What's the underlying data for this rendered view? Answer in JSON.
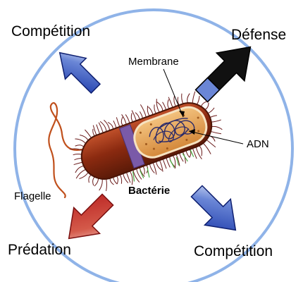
{
  "labels": {
    "competition_top_left": "Compétition",
    "defense": "Défense",
    "membrane": "Membrane",
    "adn": "ADN",
    "flagelle": "Flagelle",
    "bacterie": "Bactérie",
    "predation": "Prédation",
    "competition_bottom_right": "Compétition"
  },
  "colors": {
    "circle": "#8fb3e8",
    "competition_arrow": "#1836a8",
    "defense_arrow": "#111111",
    "predation_arrow": "#b81e1e",
    "cell_body": "#8b2a10",
    "membrane_band": "#7a5aa8",
    "cytoplasm": "#e8a45a",
    "dna": "#2a2a6a",
    "pili": "#6a1a1a",
    "fimbriae": "#4aaa40",
    "flagellum": "#c0501c"
  },
  "icons": {
    "arrows": "block-arrow",
    "organism": "bacterium-cell"
  }
}
